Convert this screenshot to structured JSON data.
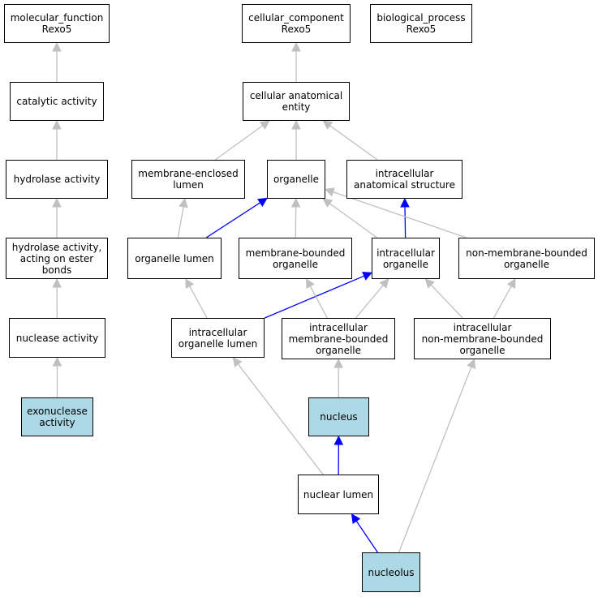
{
  "colors": {
    "highlight_fill": "#add8e6",
    "default_fill": "#ffffff",
    "edge_default": "#c0c0c0",
    "edge_highlight": "#0000ff"
  },
  "nodes": {
    "molecular_function": {
      "label": "molecular_function\nRexo5"
    },
    "cellular_component": {
      "label": "cellular_component\nRexo5"
    },
    "biological_process": {
      "label": "biological_process\nRexo5"
    },
    "catalytic_activity": {
      "label": "catalytic activity"
    },
    "cellular_anatomical_entity": {
      "label": "cellular anatomical\nentity"
    },
    "hydrolase_activity": {
      "label": "hydrolase activity"
    },
    "membrane_enclosed_lumen": {
      "label": "membrane-enclosed\nlumen"
    },
    "organelle": {
      "label": "organelle"
    },
    "intracellular_anatomical_structure": {
      "label": "intracellular\nanatomical structure"
    },
    "hydrolase_activity_ester": {
      "label": "hydrolase activity,\nacting on ester\nbonds"
    },
    "organelle_lumen": {
      "label": "organelle lumen"
    },
    "membrane_bounded_organelle": {
      "label": "membrane-bounded\norganelle"
    },
    "intracellular_organelle": {
      "label": "intracellular\norganelle"
    },
    "non_membrane_bounded_organelle": {
      "label": "non-membrane-bounded\norganelle"
    },
    "nuclease_activity": {
      "label": "nuclease activity"
    },
    "intracellular_organelle_lumen": {
      "label": "intracellular\norganelle lumen"
    },
    "intracellular_membrane_bounded_organelle": {
      "label": "intracellular\nmembrane-bounded\norganelle"
    },
    "intracellular_non_membrane_bounded_organelle": {
      "label": "intracellular\nnon-membrane-bounded\norganelle"
    },
    "exonuclease_activity": {
      "label": "exonuclease\nactivity"
    },
    "nucleus": {
      "label": "nucleus"
    },
    "nuclear_lumen": {
      "label": "nuclear lumen"
    },
    "nucleolus": {
      "label": "nucleolus"
    }
  },
  "highlighted_terms": [
    "exonuclease_activity",
    "nucleus",
    "nucleolus"
  ],
  "edges": [
    {
      "from": "catalytic_activity",
      "to": "molecular_function",
      "highlight": false
    },
    {
      "from": "hydrolase_activity",
      "to": "catalytic_activity",
      "highlight": false
    },
    {
      "from": "hydrolase_activity_ester",
      "to": "hydrolase_activity",
      "highlight": false
    },
    {
      "from": "nuclease_activity",
      "to": "hydrolase_activity_ester",
      "highlight": false
    },
    {
      "from": "exonuclease_activity",
      "to": "nuclease_activity",
      "highlight": false
    },
    {
      "from": "cellular_anatomical_entity",
      "to": "cellular_component",
      "highlight": false
    },
    {
      "from": "membrane_enclosed_lumen",
      "to": "cellular_anatomical_entity",
      "highlight": false
    },
    {
      "from": "organelle",
      "to": "cellular_anatomical_entity",
      "highlight": false
    },
    {
      "from": "intracellular_anatomical_structure",
      "to": "cellular_anatomical_entity",
      "highlight": false
    },
    {
      "from": "organelle_lumen",
      "to": "membrane_enclosed_lumen",
      "highlight": false
    },
    {
      "from": "organelle_lumen",
      "to": "organelle",
      "highlight": true
    },
    {
      "from": "membrane_bounded_organelle",
      "to": "organelle",
      "highlight": false
    },
    {
      "from": "intracellular_organelle",
      "to": "organelle",
      "highlight": false
    },
    {
      "from": "intracellular_organelle",
      "to": "intracellular_anatomical_structure",
      "highlight": true
    },
    {
      "from": "non_membrane_bounded_organelle",
      "to": "organelle",
      "highlight": false
    },
    {
      "from": "intracellular_organelle_lumen",
      "to": "organelle_lumen",
      "highlight": false
    },
    {
      "from": "intracellular_organelle_lumen",
      "to": "intracellular_organelle",
      "highlight": true
    },
    {
      "from": "intracellular_membrane_bounded_organelle",
      "to": "membrane_bounded_organelle",
      "highlight": false
    },
    {
      "from": "intracellular_membrane_bounded_organelle",
      "to": "intracellular_organelle",
      "highlight": false
    },
    {
      "from": "intracellular_non_membrane_bounded_organelle",
      "to": "intracellular_organelle",
      "highlight": false
    },
    {
      "from": "intracellular_non_membrane_bounded_organelle",
      "to": "non_membrane_bounded_organelle",
      "highlight": false
    },
    {
      "from": "nucleus",
      "to": "intracellular_membrane_bounded_organelle",
      "highlight": false
    },
    {
      "from": "nuclear_lumen",
      "to": "nucleus",
      "highlight": true
    },
    {
      "from": "nuclear_lumen",
      "to": "intracellular_organelle_lumen",
      "highlight": false
    },
    {
      "from": "nucleolus",
      "to": "nuclear_lumen",
      "highlight": true
    },
    {
      "from": "nucleolus",
      "to": "intracellular_non_membrane_bounded_organelle",
      "highlight": false
    }
  ]
}
